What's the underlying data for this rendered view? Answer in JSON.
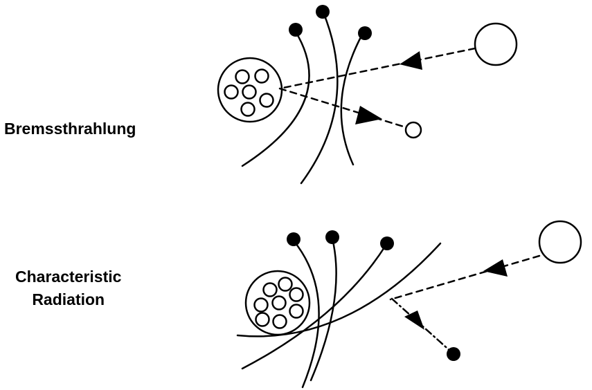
{
  "panels": [
    {
      "id": "bremsstrahlung",
      "label_lines": [
        "Bremssthrahlung"
      ]
    },
    {
      "id": "characteristic",
      "label_lines": [
        "Characteristic",
        "Radiation"
      ]
    }
  ],
  "colors": {
    "stroke": "#000000",
    "electron_fill": "#000000",
    "background": "#ffffff"
  }
}
